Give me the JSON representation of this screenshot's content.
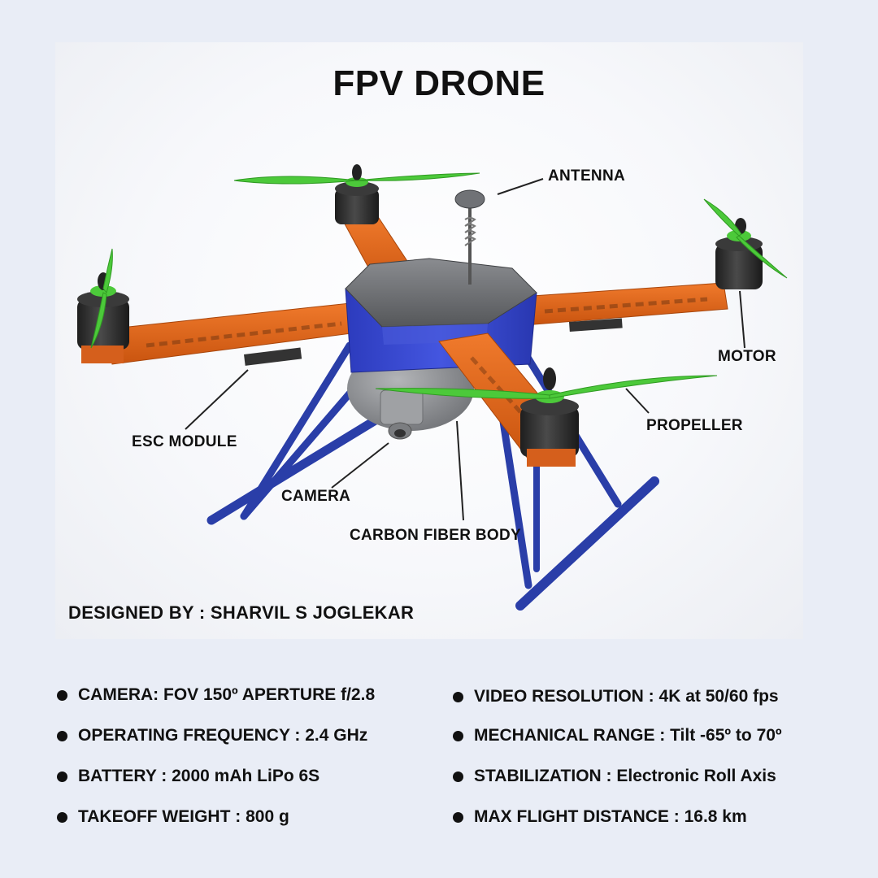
{
  "title": "FPV DRONE",
  "designer": "DESIGNED BY : SHARVIL S JOGLEKAR",
  "callouts": {
    "antenna": "ANTENNA",
    "motor": "MOTOR",
    "propeller": "PROPELLER",
    "esc_module": "ESC MODULE",
    "camera": "CAMERA",
    "carbon_fiber_body": "CARBON FIBER BODY"
  },
  "specs_left": [
    "CAMERA: FOV 150º   APERTURE f/2.8",
    "OPERATING FREQUENCY : 2.4 GHz",
    "BATTERY : 2000 mAh LiPo 6S",
    "TAKEOFF WEIGHT : 800 g"
  ],
  "specs_right": [
    "VIDEO RESOLUTION : 4K at 50/60 fps",
    "MECHANICAL RANGE : Tilt -65º to 70º",
    "STABILIZATION : Electronic Roll Axis",
    "MAX FLIGHT DISTANCE : 16.8 km"
  ],
  "colors": {
    "page_background": "#e9edf6",
    "arm_orange": "#e8691f",
    "propeller_green": "#4cc93a",
    "body_blue": "#3344cc",
    "body_grey": "#6b6d70",
    "landing_gear_blue": "#2a3ea8",
    "motor_black": "#2b2b2b"
  }
}
